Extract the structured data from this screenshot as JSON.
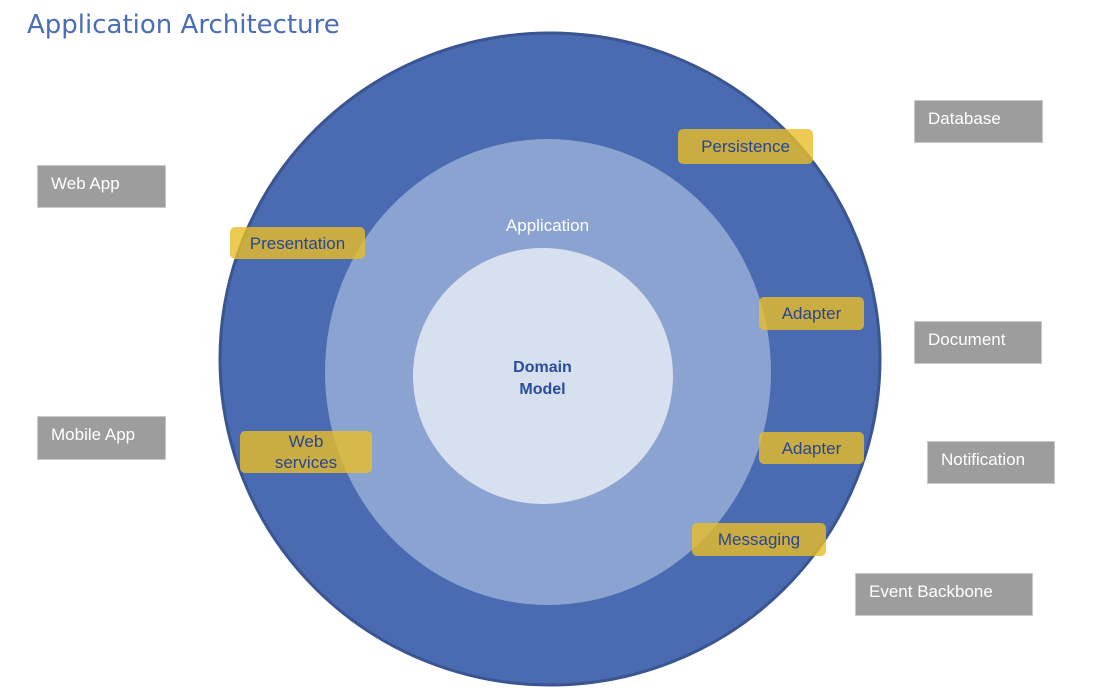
{
  "title": "Application Architecture",
  "colors": {
    "outer_ring": "#4a6bb1",
    "outer_ring_border": "#3a5590",
    "middle_ring": "#8ba3d0",
    "inner_core": "#d7e0ef",
    "port_fill": "#e8be28",
    "port_text": "#2a4590",
    "external_box": "#9d9d9d",
    "title": "#4a6eb5"
  },
  "layers": {
    "application": "Application",
    "domain_model_line1": "Domain",
    "domain_model_line2": "Model"
  },
  "ports": {
    "presentation": "Presentation",
    "web_services_line1": "Web",
    "web_services_line2": "services",
    "persistence": "Persistence",
    "adapter_1": "Adapter",
    "adapter_2": "Adapter",
    "messaging": "Messaging"
  },
  "external_systems": {
    "web_app": "Web App",
    "mobile_app": "Mobile App",
    "database": "Database",
    "document": "Document",
    "notification": "Notification",
    "event_backbone": "Event Backbone"
  }
}
